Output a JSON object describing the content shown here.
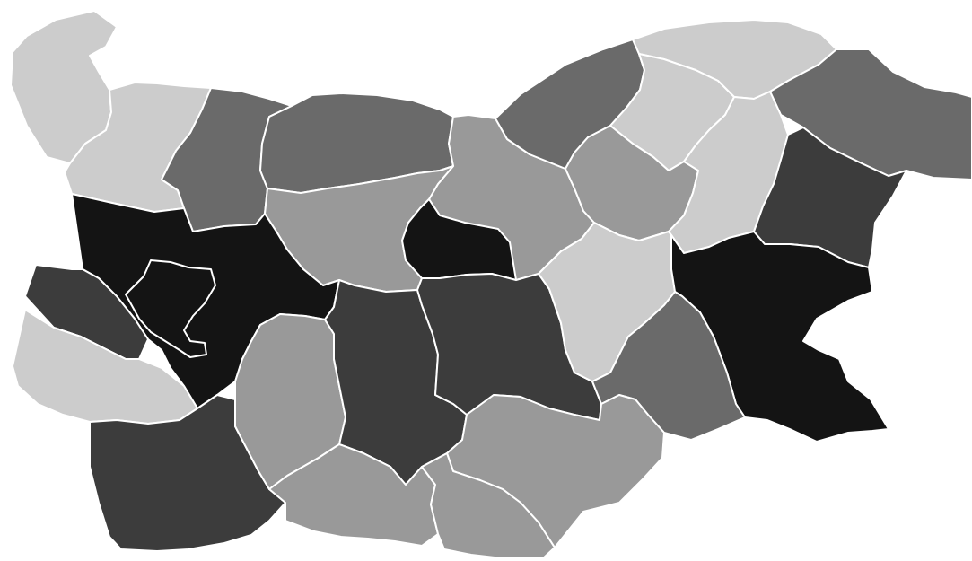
{
  "map": {
    "palette": {
      "outside": "#ffffff",
      "border": "#ffffff",
      "level1": "#cccccc",
      "level2": "#999999",
      "level3": "#6a6a6a",
      "level4": "#3c3c3c",
      "level5": "#141414"
    },
    "regions": [
      {
        "id": "vidin",
        "level": "level1"
      },
      {
        "id": "montana",
        "level": "level1"
      },
      {
        "id": "vratsa",
        "level": "level3"
      },
      {
        "id": "pleven",
        "level": "level3"
      },
      {
        "id": "veliko-tarnovo",
        "level": "level2"
      },
      {
        "id": "ruse",
        "level": "level3"
      },
      {
        "id": "silistra",
        "level": "level1"
      },
      {
        "id": "dobrich",
        "level": "level3"
      },
      {
        "id": "razgrad",
        "level": "level1"
      },
      {
        "id": "targovishte",
        "level": "level2"
      },
      {
        "id": "shumen",
        "level": "level1"
      },
      {
        "id": "varna",
        "level": "level4"
      },
      {
        "id": "lovech",
        "level": "level2"
      },
      {
        "id": "gabrovo",
        "level": "level5"
      },
      {
        "id": "sofia-province",
        "level": "level5"
      },
      {
        "id": "sofia-city",
        "level": "level5"
      },
      {
        "id": "pernik",
        "level": "level4"
      },
      {
        "id": "kyustendil",
        "level": "level1"
      },
      {
        "id": "blagoevgrad",
        "level": "level4"
      },
      {
        "id": "pazardzhik",
        "level": "level2"
      },
      {
        "id": "plovdiv",
        "level": "level4"
      },
      {
        "id": "stara-zagora",
        "level": "level4"
      },
      {
        "id": "sliven",
        "level": "level1"
      },
      {
        "id": "burgas",
        "level": "level5"
      },
      {
        "id": "yambol",
        "level": "level3"
      },
      {
        "id": "haskovo",
        "level": "level2"
      },
      {
        "id": "smolyan",
        "level": "level2"
      },
      {
        "id": "kardzhali",
        "level": "level2"
      }
    ]
  }
}
